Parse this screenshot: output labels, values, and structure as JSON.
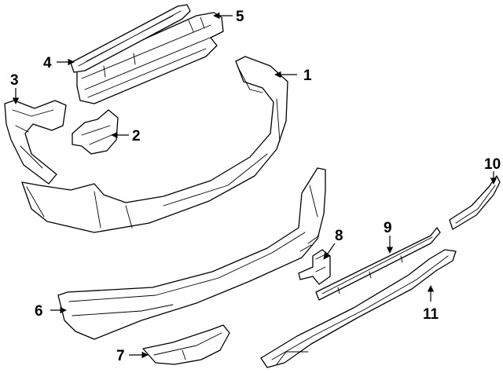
{
  "callouts": [
    {
      "id": "1",
      "label": "1"
    },
    {
      "id": "2",
      "label": "2"
    },
    {
      "id": "3",
      "label": "3"
    },
    {
      "id": "4",
      "label": "4"
    },
    {
      "id": "5",
      "label": "5"
    },
    {
      "id": "6",
      "label": "6"
    },
    {
      "id": "7",
      "label": "7"
    },
    {
      "id": "8",
      "label": "8"
    },
    {
      "id": "9",
      "label": "9"
    },
    {
      "id": "10",
      "label": "10"
    },
    {
      "id": "11",
      "label": "11"
    }
  ],
  "colors": {
    "line": "#000000",
    "fill": "#ffffff",
    "background": "#ffffff"
  }
}
